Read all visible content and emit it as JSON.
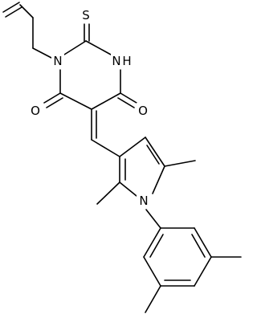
{
  "molecule": {
    "atoms": [
      {
        "id": "s1",
        "symbol": "S"
      },
      {
        "id": "n1",
        "symbol": "N"
      },
      {
        "id": "n3",
        "symbol": "N"
      },
      {
        "id": "nh",
        "symbol": "H"
      },
      {
        "id": "o4",
        "symbol": "O"
      },
      {
        "id": "o6",
        "symbol": "O"
      },
      {
        "id": "npyr",
        "symbol": "N"
      }
    ],
    "colors": {
      "bond": "#000000",
      "background": "#ffffff"
    }
  }
}
